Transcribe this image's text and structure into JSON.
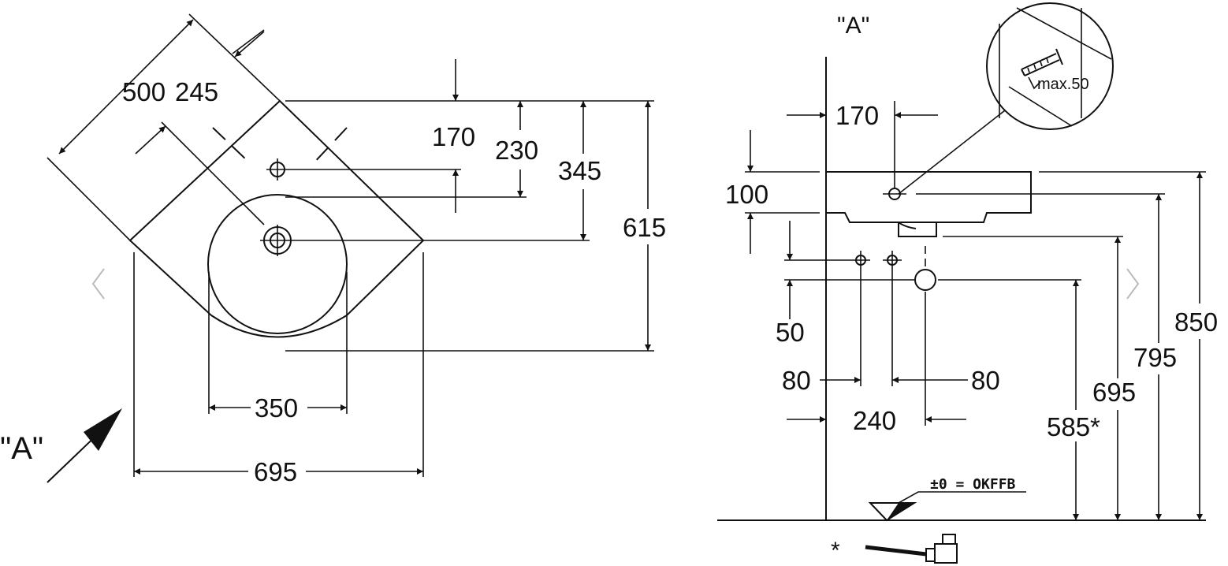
{
  "plan_view": {
    "dims": {
      "d500": "500",
      "d245": "245",
      "d170": "170",
      "d230": "230",
      "d345": "345",
      "d615": "615",
      "d350": "350",
      "d695": "695"
    },
    "view_marker": "\"A\""
  },
  "elevation_view": {
    "title": "\"A\"",
    "dims": {
      "d170": "170",
      "d100": "100",
      "d50": "50",
      "d80_left": "80",
      "d80_right": "80",
      "d240": "240",
      "d585": "585*",
      "d695": "695",
      "d795": "795",
      "d850": "850"
    },
    "detail_label": "max.50",
    "floor_label": "±0 = OKFFB",
    "footnote_mark": "*"
  },
  "nav": {
    "prev_icon": "chevron-left-icon",
    "next_icon": "chevron-right-icon"
  }
}
